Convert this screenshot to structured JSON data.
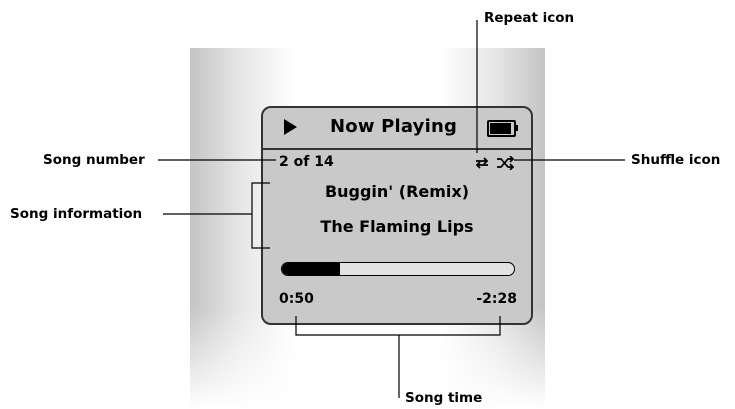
{
  "screen": {
    "title": "Now Playing",
    "song_number": "2 of 14",
    "song_title": "Buggin' (Remix)",
    "artist": "The Flaming Lips",
    "elapsed": "0:50",
    "remaining": "-2:28",
    "progress_fraction": 0.25,
    "icons": {
      "play": "play-icon",
      "battery": "battery-icon",
      "repeat": "repeat-icon",
      "shuffle": "shuffle-icon"
    }
  },
  "callouts": {
    "repeat": "Repeat icon",
    "song_number": "Song number",
    "shuffle": "Shuffle icon",
    "song_information": "Song information",
    "song_time": "Song time"
  }
}
